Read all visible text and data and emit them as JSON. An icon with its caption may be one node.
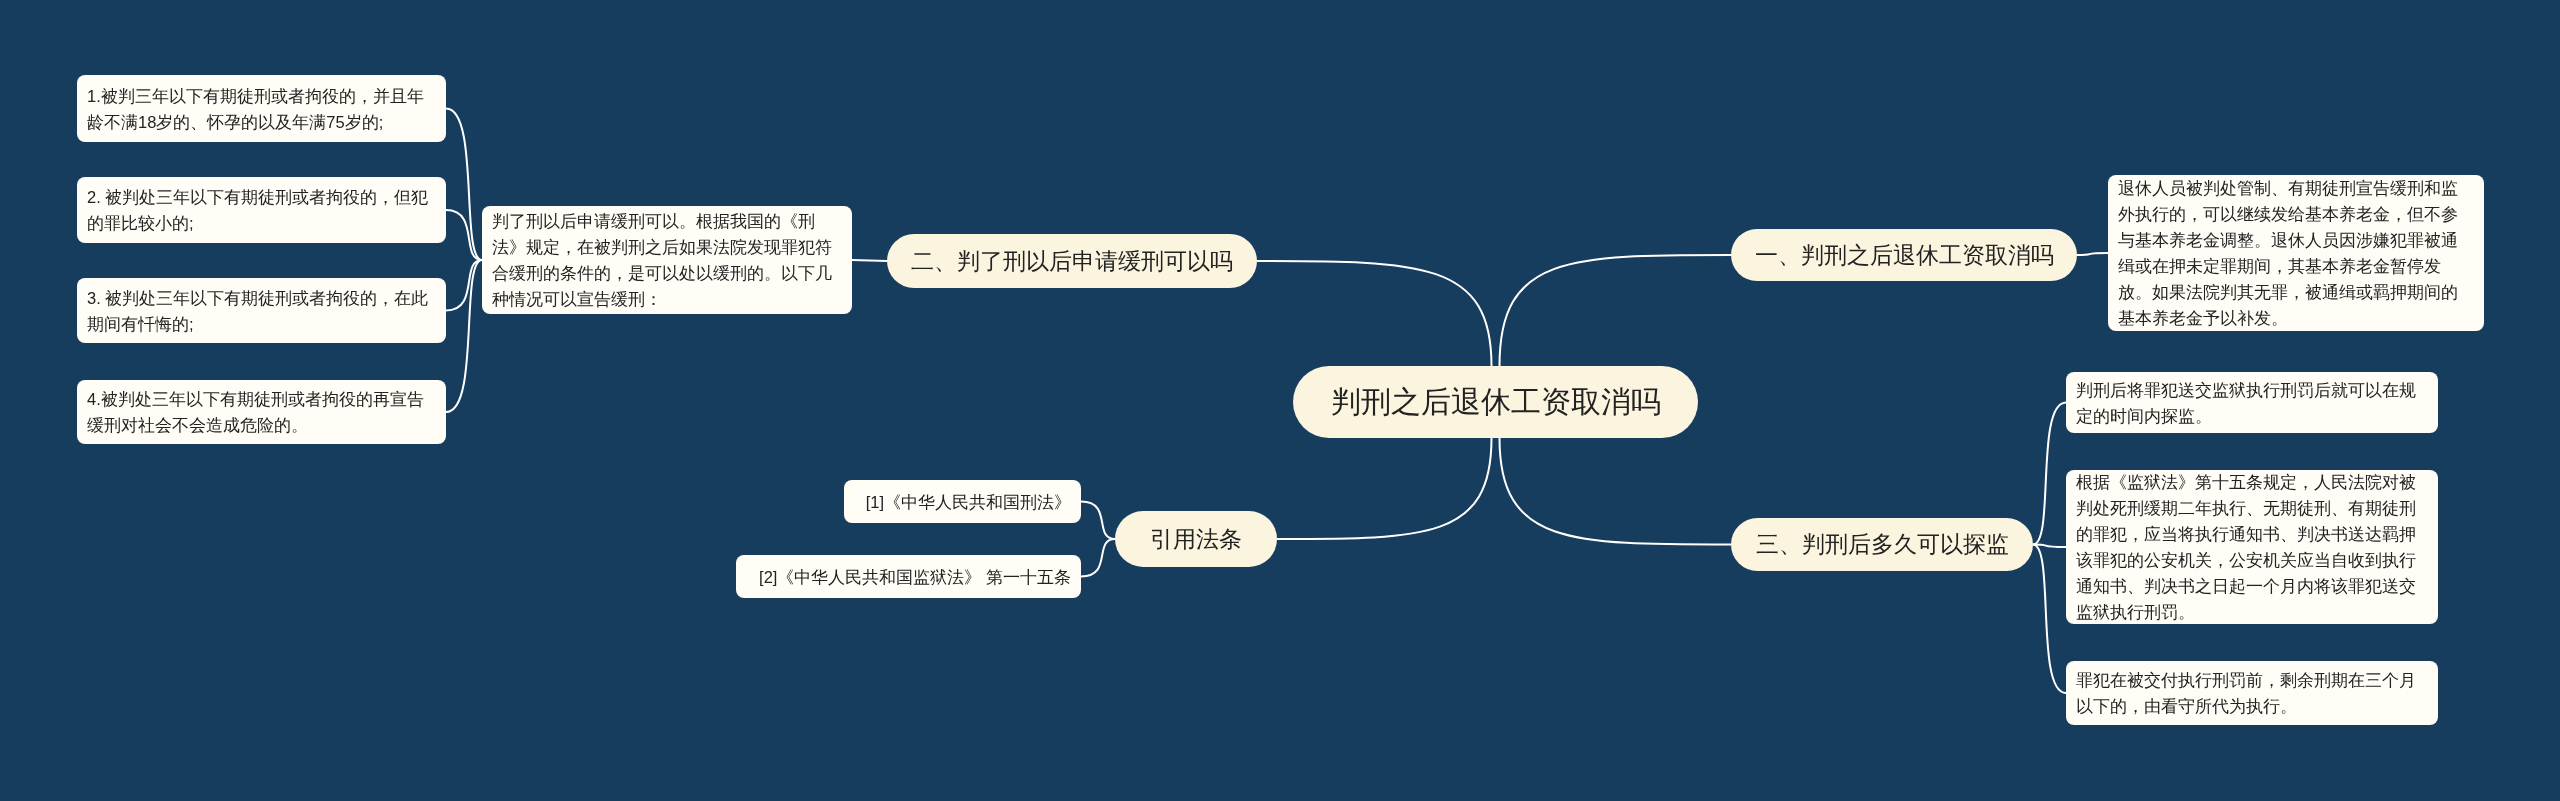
{
  "diagram": {
    "nodes": [
      {
        "text": [
          "判刑之后退休工资取消吗"
        ]
      },
      {
        "text": [
          "二、判了刑以后申请缓刑可以吗"
        ]
      },
      {
        "text": [
          "判了刑以后申请缓刑可以。根据我国的《刑法》规定，在被判刑之后如果法院发现罪犯符合缓刑的条件的，是可以处以缓刑的。以下几种情况可以宣告缓刑："
        ]
      },
      {
        "text": [
          "1.被判三年以下有期徒刑或者拘役的，并且年龄不满18岁的、怀孕的以及年满75岁的;"
        ]
      },
      {
        "text": [
          "2. 被判处三年以下有期徒刑或者拘役的，但犯的罪比较小的;"
        ]
      },
      {
        "text": [
          "3. 被判处三年以下有期徒刑或者拘役的，在此期间有忏悔的;"
        ]
      },
      {
        "text": [
          "4.被判处三年以下有期徒刑或者拘役的再宣告缓刑对社会不会造成危险的。"
        ]
      },
      {
        "text": [
          "引用法条"
        ]
      },
      {
        "text": [
          "[1]《中华人民共和国刑法》"
        ]
      },
      {
        "text": [
          "[2]《中华人民共和国监狱法》 第一十五条"
        ]
      },
      {
        "text": [
          "一、判刑之后退休工资取消吗"
        ]
      },
      {
        "text": [
          "退休人员被判处管制、有期徒刑宣告缓刑和监外执行的，可以继续发给基本养老金，但不参与基本养老金调整。退休人员因涉嫌犯罪被通缉或在押未定罪期间，其基本养老金暂停发放。如果法院判其无罪，被通缉或羁押期间的基本养老金予以补发。"
        ]
      },
      {
        "text": [
          "三、判刑后多久可以探监"
        ]
      },
      {
        "text": [
          "判刑后将罪犯送交监狱执行刑罚后就可以在规定的时间内探监。"
        ]
      },
      {
        "text": [
          "根据《监狱法》第十五条规定，人民法院对被判处死刑缓期二年执行、无期徒刑、有期徒刑的罪犯，应当将执行通知书、判决书送达羁押该罪犯的公安机关，公安机关应当自收到执行通知书、判决书之日起一个月内将该罪犯送交监狱执行刑罚。"
        ]
      },
      {
        "text": [
          "罪犯在被交付执行刑罚前，剩余刑期在三个月以下的，由看守所代为执行。"
        ]
      }
    ],
    "edges": [
      {
        "from": 0,
        "to": 1,
        "arrow": "none"
      },
      {
        "from": 1,
        "to": 2,
        "arrow": "none"
      },
      {
        "from": 2,
        "to": 3,
        "arrow": "none"
      },
      {
        "from": 2,
        "to": 4,
        "arrow": "none"
      },
      {
        "from": 2,
        "to": 5,
        "arrow": "none"
      },
      {
        "from": 2,
        "to": 6,
        "arrow": "none"
      },
      {
        "from": 0,
        "to": 7,
        "arrow": "none"
      },
      {
        "from": 7,
        "to": 8,
        "arrow": "none"
      },
      {
        "from": 7,
        "to": 9,
        "arrow": "none"
      },
      {
        "from": 0,
        "to": 10,
        "arrow": "none"
      },
      {
        "from": 10,
        "to": 11,
        "arrow": "none"
      },
      {
        "from": 0,
        "to": 12,
        "arrow": "none"
      },
      {
        "from": 12,
        "to": 13,
        "arrow": "none"
      },
      {
        "from": 12,
        "to": 14,
        "arrow": "none"
      },
      {
        "from": 12,
        "to": 15,
        "arrow": "none"
      }
    ]
  }
}
